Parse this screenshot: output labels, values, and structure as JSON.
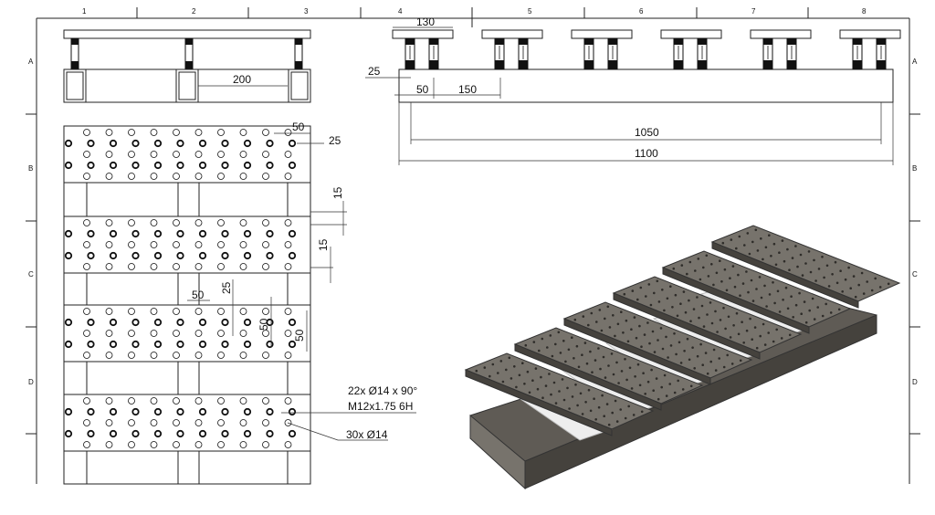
{
  "sheet": {
    "columns": [
      "1",
      "2",
      "3",
      "4",
      "5",
      "6",
      "7",
      "8"
    ],
    "rows": [
      "A",
      "B",
      "C",
      "D"
    ]
  },
  "front_view": {
    "dim_spacing": "200"
  },
  "side_view": {
    "dim_plate_width": "130",
    "dim_edge": "25",
    "dim_offset": "50",
    "dim_pitch": "150",
    "dim_inner_length": "1050",
    "dim_total_length": "1100"
  },
  "top_view": {
    "dim_hole_pitch_x": "50",
    "dim_hole_edge": "25",
    "dim_gap_1": "15",
    "dim_gap_2": "15",
    "dim_detail_pitch": "50",
    "dim_detail_edge": "25",
    "dim_detail_vertical_1": "50",
    "dim_detail_vertical_2": "50",
    "note_threaded_holes_1": "22x Ø14 x 90°",
    "note_threaded_holes_2": "M12x1.75 6H",
    "note_through_holes": "30x Ø14"
  },
  "colors": {
    "steel": "#5f5b55",
    "steel_dark": "#45423d",
    "steel_light": "#77736c",
    "line": "#222222"
  }
}
